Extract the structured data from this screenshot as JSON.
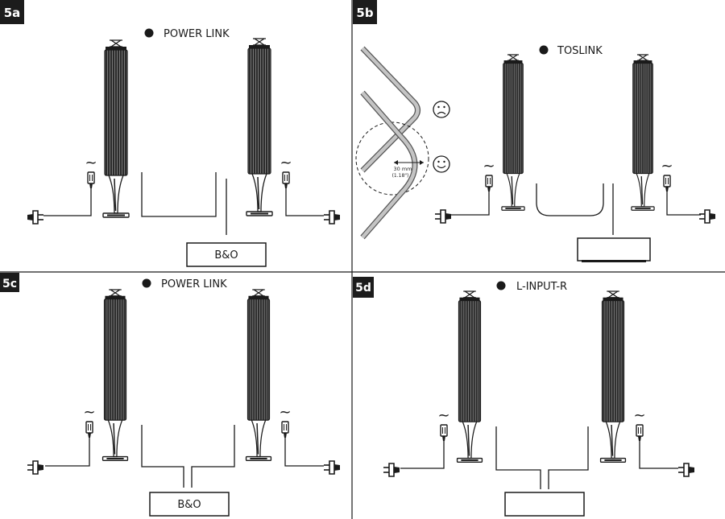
{
  "panels": {
    "a": {
      "badge": "5a",
      "connector": "POWER LINK",
      "device": "B&O"
    },
    "b": {
      "badge": "5b",
      "connector": "TOSLINK",
      "device": "",
      "bend_mm": "30 mm",
      "bend_in": "(1.18\")"
    },
    "c": {
      "badge": "5c",
      "connector": "POWER LINK",
      "device": "B&O"
    },
    "d": {
      "badge": "5d",
      "connector": "L-INPUT-R",
      "device": ""
    }
  },
  "symbols": {
    "ac_power": "~",
    "sad_face_icon": "sad-face-icon",
    "happy_face_icon": "happy-face-icon"
  },
  "colors": {
    "badge_bg": "#1c1c1c",
    "line": "#1a1a1a",
    "speaker_fill": "#2a2a2a",
    "cable_grey": "#b5b5b5"
  }
}
